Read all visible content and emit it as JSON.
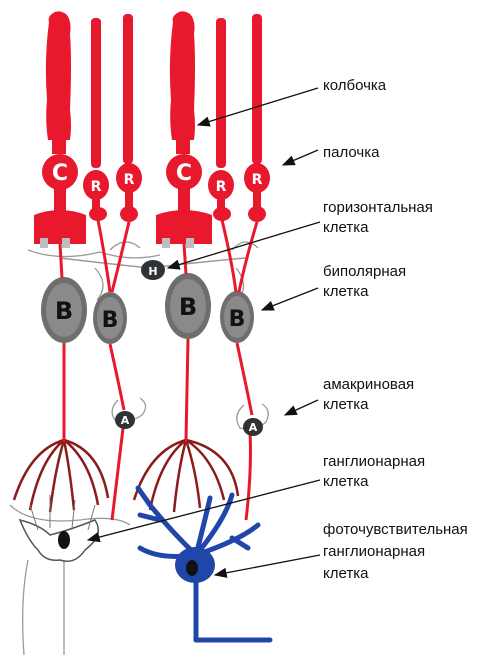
{
  "colors": {
    "photoreceptor": "#e8192c",
    "bipolar_body": "#6e6e6e",
    "bipolar_inner": "#8a8a8a",
    "horizontal": "#2f3336",
    "ganglion_dendrite": "#8a1c1c",
    "photosensitive_ganglion": "#1f46a8",
    "outline": "#9a9a9a",
    "text": "#111111"
  },
  "cells": {
    "cone_letter": "C",
    "rod_letter": "R",
    "horizontal_letter": "H",
    "bipolar_letter": "B",
    "amacrine_letter": "A"
  },
  "labels": {
    "cone": "колбочка",
    "rod": "палочка",
    "horizontal_line1": "горизонтальная",
    "horizontal_line2": "клетка",
    "bipolar_line1": "биполярная",
    "bipolar_line2": "клетка",
    "amacrine_line1": "амакриновая",
    "amacrine_line2": "клетка",
    "ganglion_line1": "ганглионарная",
    "ganglion_line2": "клетка",
    "photosensitive_line1": "фоточувствительная",
    "photosensitive_line2": "ганглионарная",
    "photosensitive_line3": "клетка"
  }
}
